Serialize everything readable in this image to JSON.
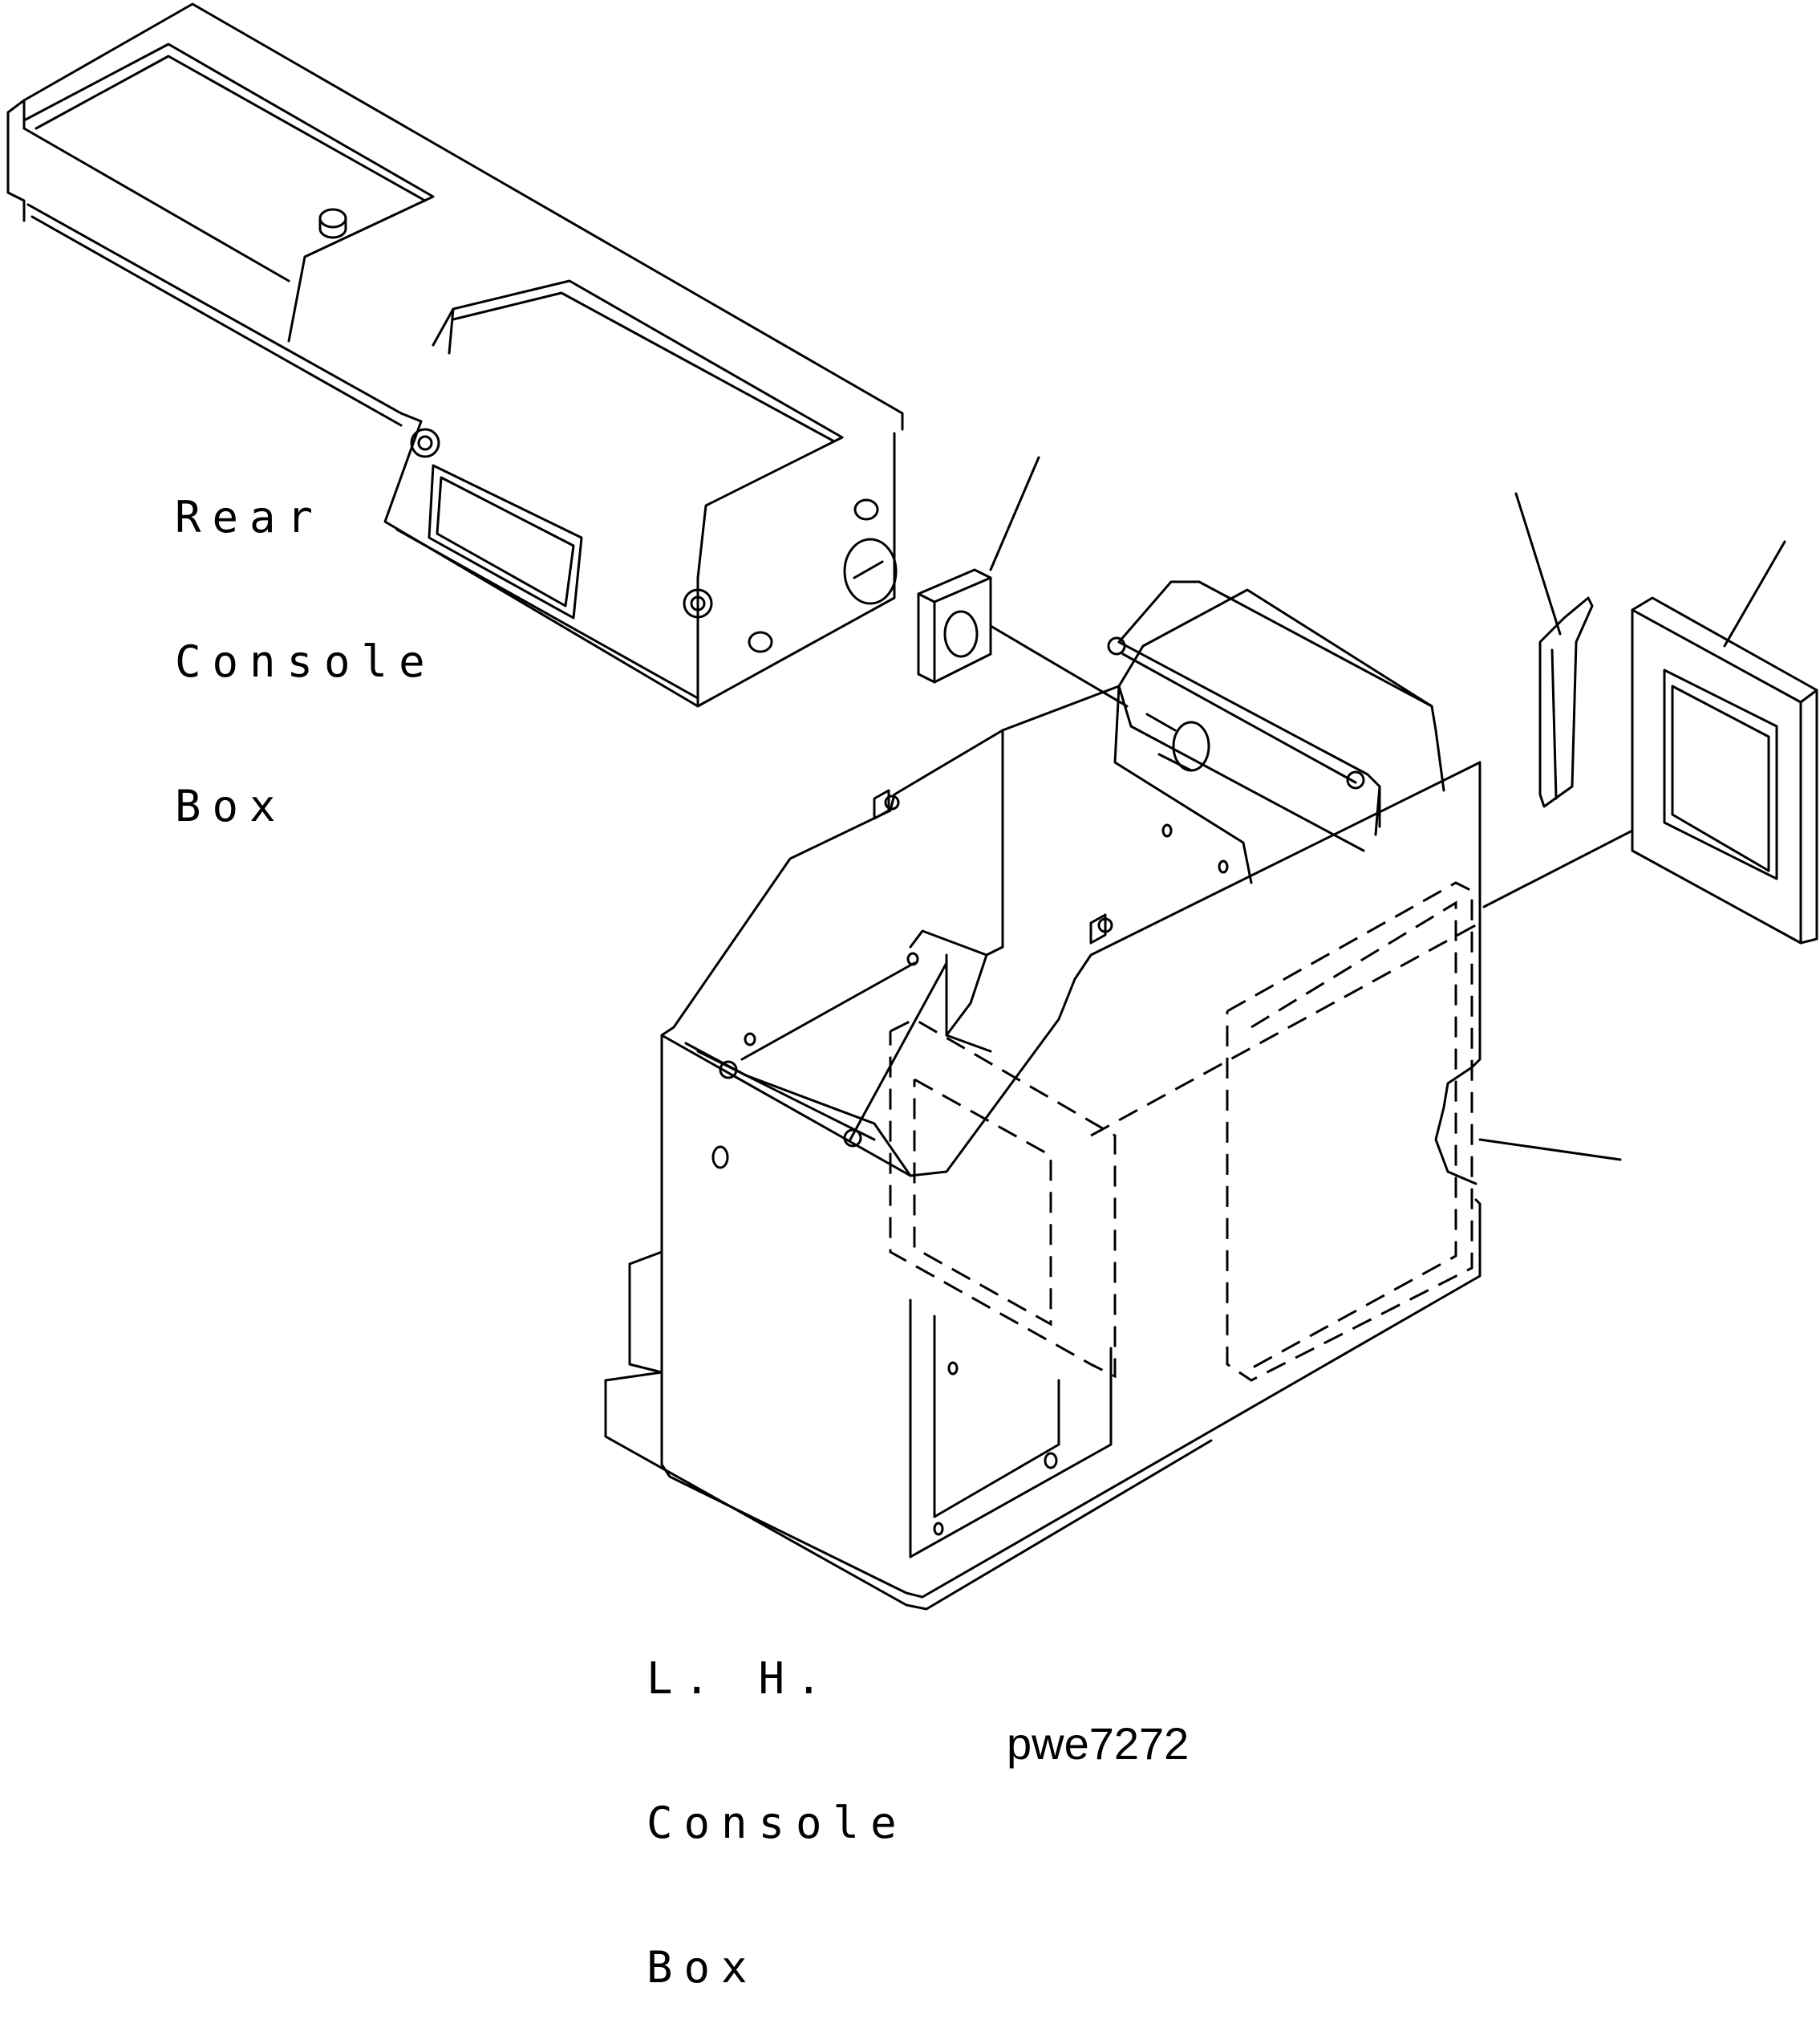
{
  "labels": {
    "rear_console_box": [
      "Rear",
      "Console",
      "Box"
    ],
    "lh_console_box": [
      "L. H.",
      "Console",
      "Box"
    ]
  },
  "drawing_code": "pwe7272",
  "colors": {
    "line": "#000000",
    "background": "#ffffff"
  }
}
